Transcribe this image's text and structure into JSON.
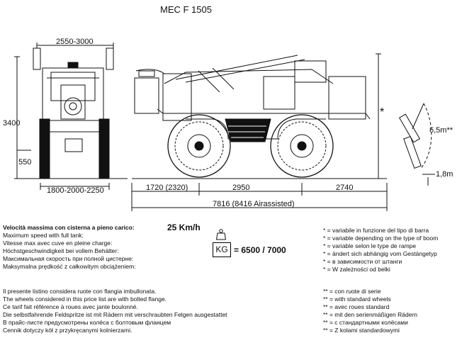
{
  "title": "MEC F 1505",
  "dimensions": {
    "width_track": "2550-3000",
    "height_total": "3400",
    "clearance": "550",
    "track_range": "1800-2000-2250",
    "front_overhang": "1720 (2320)",
    "wheelbase": "2950",
    "rear_length": "2740",
    "total_length": "7816 (8416 Airassisted)",
    "boom_height": "6,5m**",
    "boom_min": "1,8m",
    "star_mark": "*"
  },
  "speed": {
    "lines": [
      "Velocità massima con cisterna a pieno carico:",
      "Maximum speed with full tank:",
      "Vitesse max avec  cuve en pleine charge:",
      "Höchstgeschwindigkeit bei vollem Behälter:",
      "Максимальная скорость при полной цистерне:",
      "Maksymalna prędkość z całkowitym obciążeniem:"
    ],
    "value": "25 Km/h"
  },
  "capacity": {
    "unit": "KG",
    "value": "= 6500 / 7000"
  },
  "notes": [
    "* = variabile in funzione del tipo di barra",
    "* = variable depending on the type of boom",
    "* = variable selon le type de rampe",
    "* = ändert sich abhängig vom Gestängetyp",
    "* = в зависимости от штанги",
    "* = W zależności od belki"
  ],
  "wheels": [
    "Il presente listino considera ruote con flangia imbullonata.",
    "The wheels considered in this price list are with bolted flange.",
    "Ce tarif fait référence à roues avec jante boulonné.",
    "Die selbstfahrende Feldspritze ist mit Rädern mit verschraubten Felgen ausgestattet",
    "В прайс-листе предусмотрены колёса с болтовым фланцем",
    "Cennik dotyczy kół z przykręcanymi kolnierzami."
  ],
  "wheel_notes": [
    "** = con ruote di serie",
    "** = with standard wheels",
    "** = avec roues standard",
    "** = mit den serienmäßigen Rädern",
    "** = с стандартными колёсами",
    "** = Z kolami standardowymi"
  ]
}
